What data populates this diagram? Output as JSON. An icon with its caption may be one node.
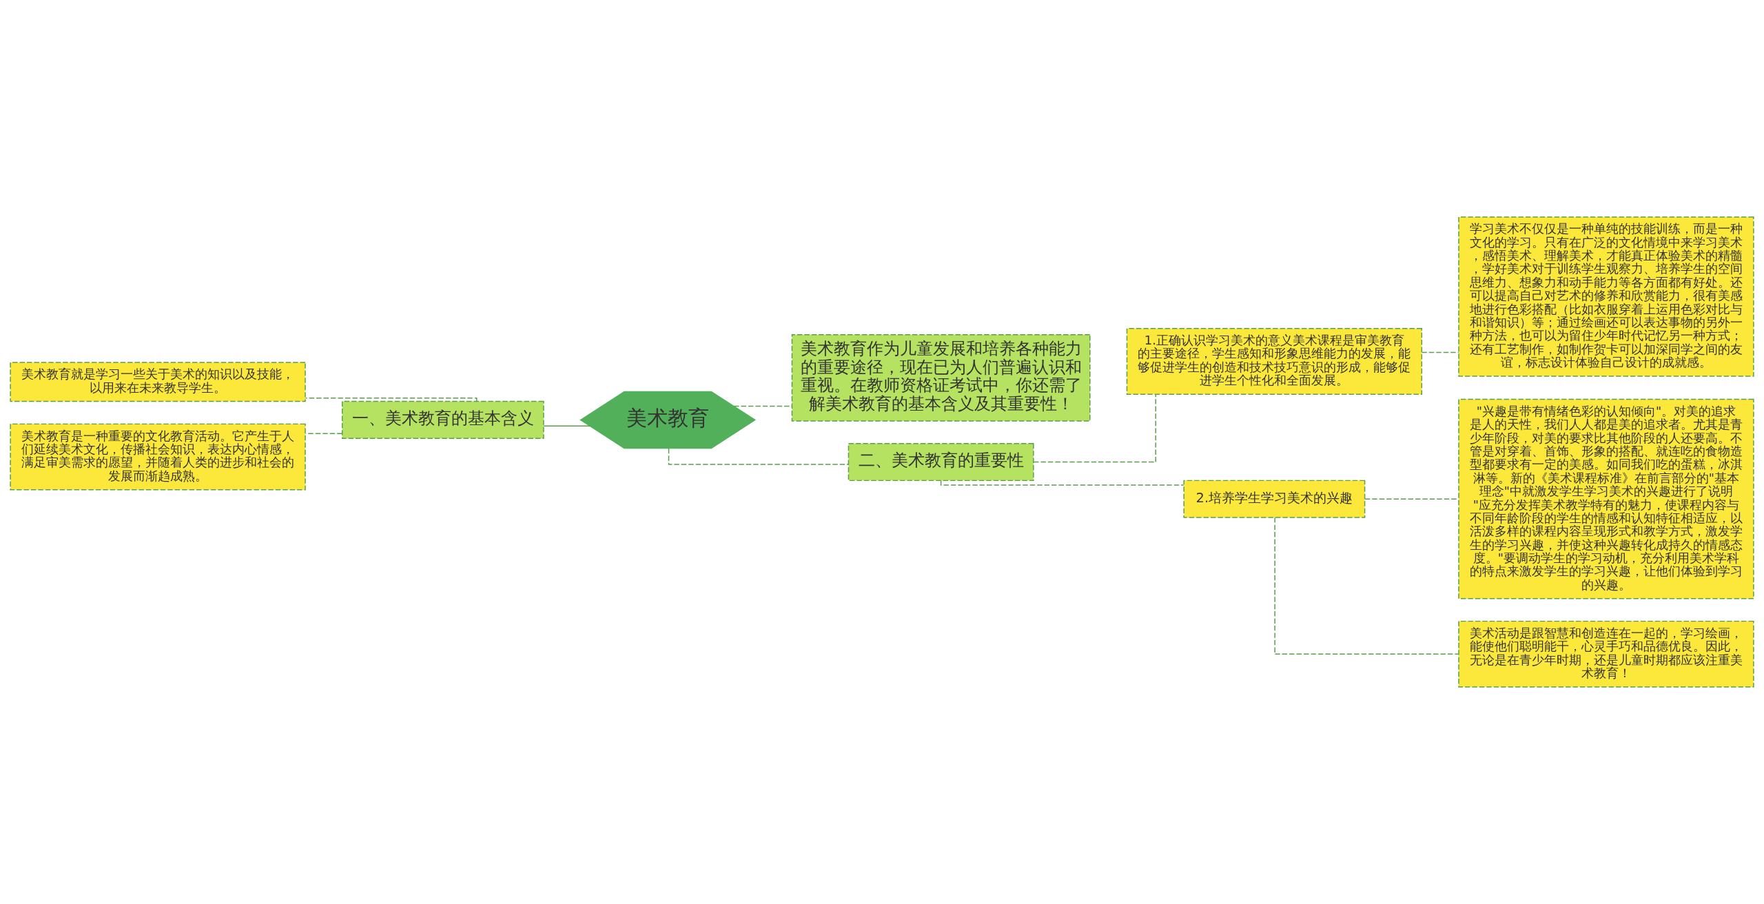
{
  "diagram": {
    "nodes": [
      {
        "text": [
          "美术教育"
        ]
      },
      {
        "text": [
          "一、美术教育的基本含义"
        ]
      },
      {
        "text": [
          "美术教育就是学习一些关于美术的知识以及技能，以用来在未来教导学生。"
        ]
      },
      {
        "text": [
          "美术教育是一种重要的文化教育活动。它产生于人们延续美术文化，传播社会知识，表达内心情感，满足审美需求的愿望，并随着人类的进步和社会的发展而渐趋成熟。"
        ]
      },
      {
        "text": [
          "美术教育作为儿童发展和培养各种能力的重要途径，现在已为人们普遍认识和重视。在教师资格证考试中，你还需了解美术教育的基本含义及其重要性！"
        ]
      },
      {
        "text": [
          "二、美术教育的重要性"
        ]
      },
      {
        "text": [
          "1.正确认识学习美术的意义美术课程是审美教育的主要途径，学生感知和形象思维能力的发展，能够促进学生的创造和技术技巧意识的形成，能够促进学生个性化和全面发展。"
        ]
      },
      {
        "text": [
          "学习美术不仅仅是一种单纯的技能训练，而是一种文化的学习。只有在广泛的文化情境中来学习美术，感悟美术、理解美术，才能真正体验美术的精髓，学好美术对于训练学生观察力、培养学生的空间思维力、想象力和动手能力等各方面都有好处。还可以提高自己对艺术的修养和欣赏能力，很有美感地进行色彩搭配（比如衣服穿着上运用色彩对比与和谐知识）等；通过绘画还可以表达事物的另外一种方法，也可以为留住少年时代记忆另一种方式；还有工艺制作，如制作贺卡可以加深同学之间的友谊，标志设计体验自己设计的成就感。"
        ]
      },
      {
        "text": [
          "2.培养学生学习美术的兴趣"
        ]
      },
      {
        "text": [
          "\"兴趣是带有情绪色彩的认知倾向\"。对美的追求是人的天性，我们人人都是美的追求者。尤其是青少年阶段，对美的要求比其他阶段的人还要高。不管是对穿着、首饰、形象的搭配、就连吃的食物造型都要求有一定的美感。如同我们吃的蛋糕，冰淇淋等。新的《美术课程标准》在前言部分的\"基本理念\"中就激发学生学习美术的兴趣进行了说明 \"应充分发挥美术教学特有的魅力，使课程内容与不同年龄阶段的学生的情感和认知特征相适应，以活泼多样的课程内容呈现形式和教学方式，激发学生的学习兴趣，并使这种兴趣转化成持久的情感态度。\"要调动学生的学习动机，充分利用美术学科的特点来激发学生的学习兴趣，让他们体验到学习的兴趣。"
        ]
      },
      {
        "text": [
          "美术活动是跟智慧和创造连在一起的，学习绘画，能使他们聪明能干，心灵手巧和品德优良。因此，无论是在青少年时期，还是儿童时期都应该注重美术教育！"
        ]
      }
    ],
    "edges": [
      {
        "from": 0,
        "to": 1,
        "arrow": "none"
      },
      {
        "from": 1,
        "to": 2,
        "arrow": "none",
        "style": "dashed"
      },
      {
        "from": 1,
        "to": 3,
        "arrow": "none",
        "style": "dashed"
      },
      {
        "from": 0,
        "to": 4,
        "arrow": "none",
        "style": "dashed"
      },
      {
        "from": 0,
        "to": 5,
        "arrow": "none",
        "style": "dashed"
      },
      {
        "from": 5,
        "to": 6,
        "arrow": "none",
        "style": "dashed"
      },
      {
        "from": 6,
        "to": 7,
        "arrow": "none",
        "style": "dashed"
      },
      {
        "from": 5,
        "to": 8,
        "arrow": "none",
        "style": "dashed"
      },
      {
        "from": 8,
        "to": 9,
        "arrow": "none",
        "style": "dashed"
      },
      {
        "from": 8,
        "to": 10,
        "arrow": "none",
        "style": "dashed"
      }
    ]
  }
}
